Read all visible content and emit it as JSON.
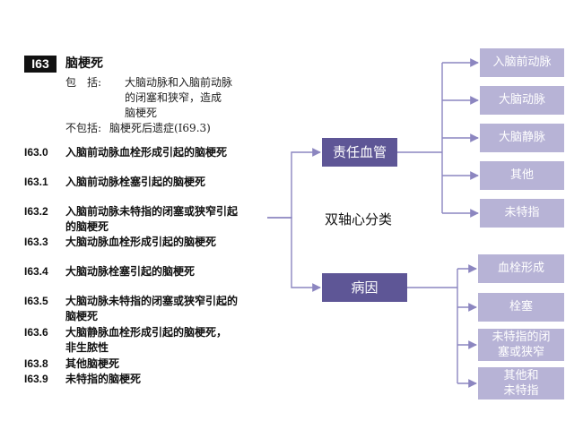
{
  "header": {
    "code": "I63",
    "title": "脑梗死",
    "includes_label": "包　括:",
    "includes_lines": [
      "大脑动脉和入脑前动脉",
      "的闭塞和狭窄，造成",
      "脑梗死"
    ],
    "excludes_label": "不包括:",
    "excludes_text": "脑梗死后遗症(I69.3)"
  },
  "codes": [
    {
      "code": "I63.0",
      "lines": [
        "入脑前动脉血栓形成引起的脑梗死"
      ]
    },
    {
      "code": "I63.1",
      "lines": [
        "入脑前动脉栓塞引起的脑梗死"
      ]
    },
    {
      "code": "I63.2",
      "lines": [
        "入脑前动脉未特指的闭塞或狭窄引起",
        "的脑梗死"
      ]
    },
    {
      "code": "I63.3",
      "lines": [
        "大脑动脉血栓形成引起的脑梗死"
      ]
    },
    {
      "code": "I63.4",
      "lines": [
        "大脑动脉栓塞引起的脑梗死"
      ]
    },
    {
      "code": "I63.5",
      "lines": [
        "大脑动脉未特指的闭塞或狭窄引起的",
        "脑梗死"
      ]
    },
    {
      "code": "I63.6",
      "lines": [
        "大脑静脉血栓形成引起的脑梗死，",
        "非生脓性"
      ]
    },
    {
      "code": "I63.8",
      "lines": [
        "其他脑梗死"
      ]
    },
    {
      "code": "I63.9",
      "lines": [
        "未特指的脑梗死"
      ]
    }
  ],
  "diagram": {
    "center_label": "双轴心分类",
    "axis_vessel": "责任血管",
    "axis_cause": "病因",
    "vessel_items": [
      "入脑前动脉",
      "大脑动脉",
      "大脑静脉",
      "其他",
      "未特指"
    ],
    "cause_items": [
      [
        "血栓形成"
      ],
      [
        "栓塞"
      ],
      [
        "未特指的闭",
        "塞或狭窄"
      ],
      [
        "其他和",
        "未特指"
      ]
    ],
    "colors": {
      "dark_box": "#5e5696",
      "light_box": "#b7b3d6",
      "line": "#8c86c0"
    }
  }
}
